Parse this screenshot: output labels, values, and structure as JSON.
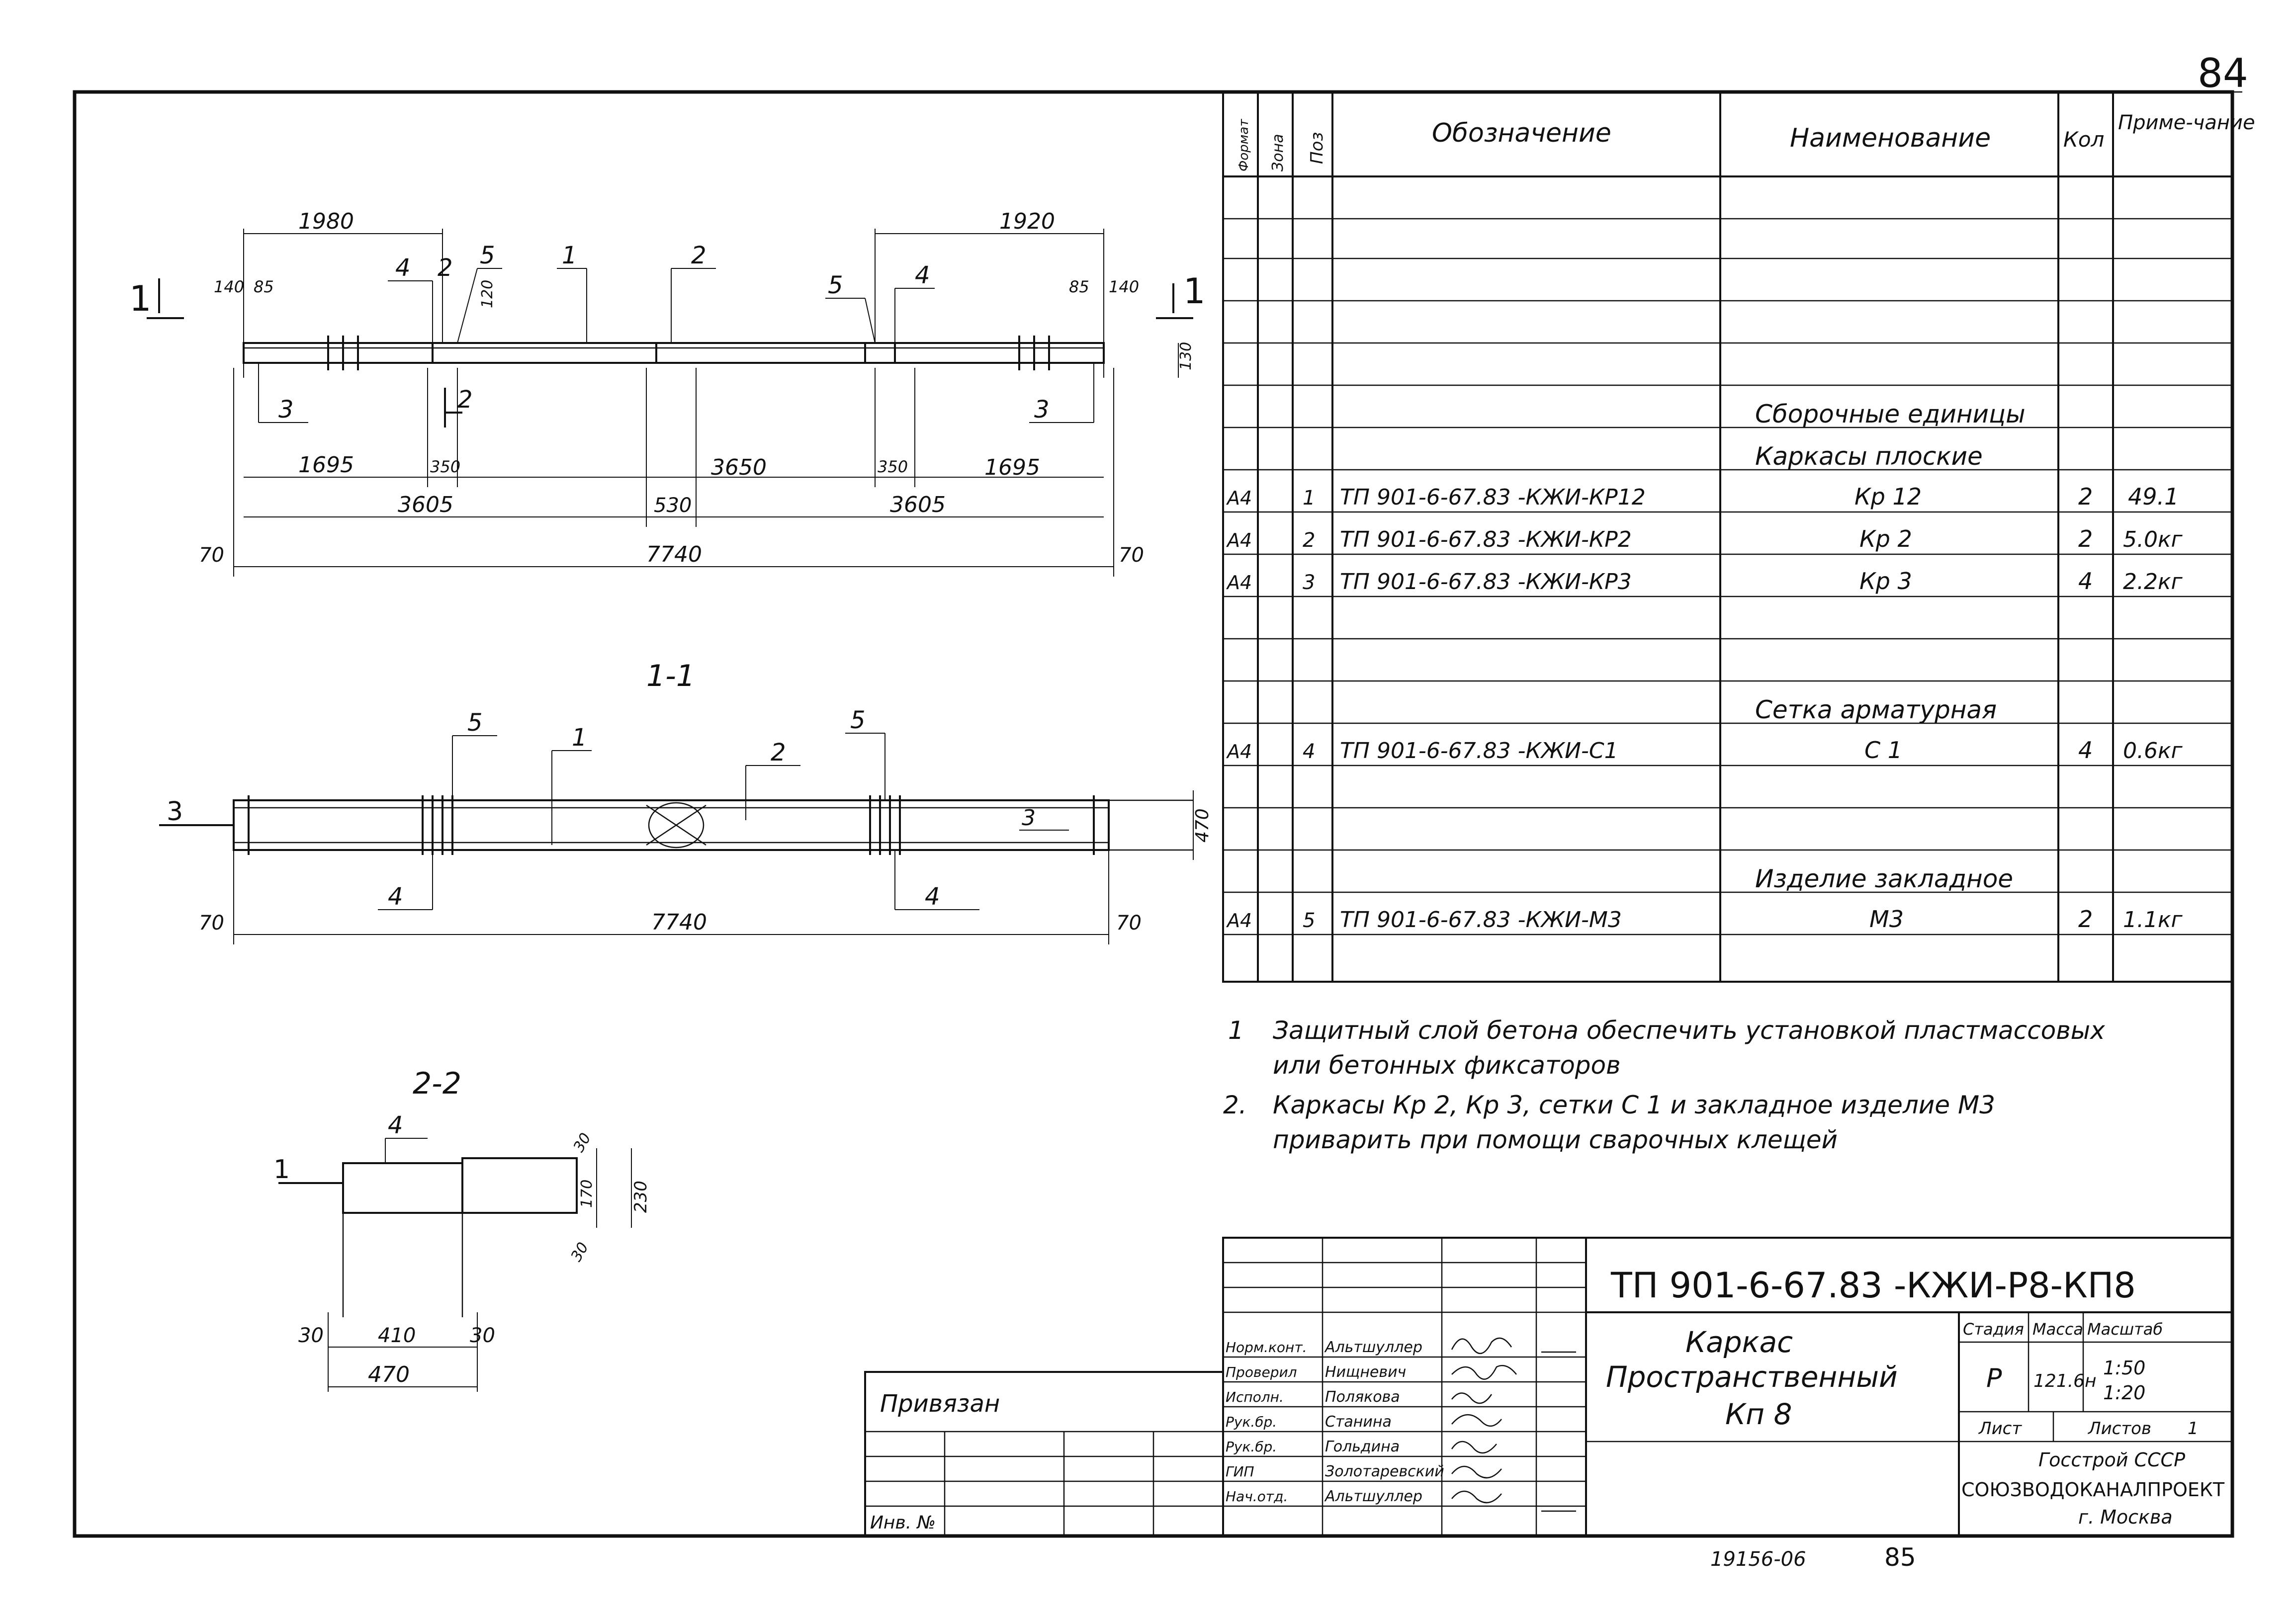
{
  "sheet_number": "84",
  "bottom_codes": {
    "code": "19156-06",
    "page": "85"
  },
  "drawings": {
    "plan": {
      "section_mark": "1",
      "top_dims": [
        "1980",
        "1920"
      ],
      "small_dims": [
        "140",
        "85",
        "85",
        "140",
        "120",
        "130"
      ],
      "callouts": [
        "4",
        "2",
        "5",
        "1",
        "2",
        "5",
        "4",
        "3",
        "3",
        "2"
      ],
      "lower_dims": [
        "1695",
        "350",
        "3650",
        "350",
        "1695"
      ],
      "mid_dims": [
        "3605",
        "530",
        "3605"
      ],
      "total": "7740",
      "edge": "70"
    },
    "section_1_1": {
      "title": "1-1",
      "callouts": [
        "5",
        "1",
        "2",
        "5",
        "4",
        "4",
        "3",
        "3"
      ],
      "height": "470",
      "total": "7740",
      "edge": "70"
    },
    "section_2_2": {
      "title": "2-2",
      "callouts": [
        "4",
        "1"
      ],
      "dims": [
        "30",
        "170",
        "30",
        "230"
      ],
      "bottom_dims": [
        "30",
        "410",
        "30"
      ],
      "width": "470"
    }
  },
  "spec_table": {
    "headers": [
      "Формат",
      "Зона",
      "Поз",
      "Обозначение",
      "Наименование",
      "Кол",
      "Приме-чание"
    ],
    "groups": [
      {
        "title": "Сборочные единицы"
      },
      {
        "title": "Каркасы плоские"
      },
      {
        "format": "А4",
        "pos": "1",
        "designation": "ТП 901-6-67.83 -КЖИ-КР12",
        "name": "Кр 12",
        "qty": "2",
        "note": "49.1"
      },
      {
        "format": "А4",
        "pos": "2",
        "designation": "ТП 901-6-67.83 -КЖИ-КР2",
        "name": "Кр 2",
        "qty": "2",
        "note": "5.0кг"
      },
      {
        "format": "А4",
        "pos": "3",
        "designation": "ТП 901-6-67.83 -КЖИ-КР3",
        "name": "Кр 3",
        "qty": "4",
        "note": "2.2кг"
      },
      {
        "title": "Сетка арматурная"
      },
      {
        "format": "А4",
        "pos": "4",
        "designation": "ТП 901-6-67.83 -КЖИ-С1",
        "name": "С 1",
        "qty": "4",
        "note": "0.6кг"
      },
      {
        "title": "Изделие закладное"
      },
      {
        "format": "А4",
        "pos": "5",
        "designation": "ТП 901-6-67.83 -КЖИ-М3",
        "name": "М3",
        "qty": "2",
        "note": "1.1кг"
      }
    ]
  },
  "notes": [
    {
      "num": "1",
      "text": "Защитный слой бетона обеспечить установкой пластмассовых",
      "cont": "или бетонных фиксаторов"
    },
    {
      "num": "2.",
      "text": "Каркасы Кр 2, Кр 3, сетки С 1 и закладное изделие М3",
      "cont": "приварить при помощи сварочных клещей"
    }
  ],
  "title_block": {
    "doc_code": "ТП 901-6-67.83 -КЖИ-Р8-КП8",
    "title_lines": [
      "Каркас",
      "Пространственный",
      "Кп 8"
    ],
    "stage_label": "Стадия",
    "mass_label": "Масса",
    "scale_label": "Масштаб",
    "stage": "Р",
    "mass": "121.6н",
    "scales": [
      "1:50",
      "1:20"
    ],
    "sheet_label": "Лист",
    "sheets_label": "Листов",
    "sheets": "1",
    "org_1": "Госстрой СССР",
    "org_2": "СОЮЗВОДОКАНАЛПРОЕКТ",
    "org_3": "г. Москва",
    "signers": [
      {
        "role": "Норм.конт.",
        "name": "Альтшуллер"
      },
      {
        "role": "Проверил",
        "name": "Нищневич"
      },
      {
        "role": "Исполн.",
        "name": "Полякова"
      },
      {
        "role": "Рук.бр.",
        "name": "Станина"
      },
      {
        "role": "Рук.бр.",
        "name": "Гольдина"
      },
      {
        "role": "ГИП",
        "name": "Золотаревский"
      },
      {
        "role": "Нач.отд.",
        "name": "Альтшуллер"
      }
    ],
    "linked_label": "Привязан",
    "inv_label": "Инв. №"
  }
}
